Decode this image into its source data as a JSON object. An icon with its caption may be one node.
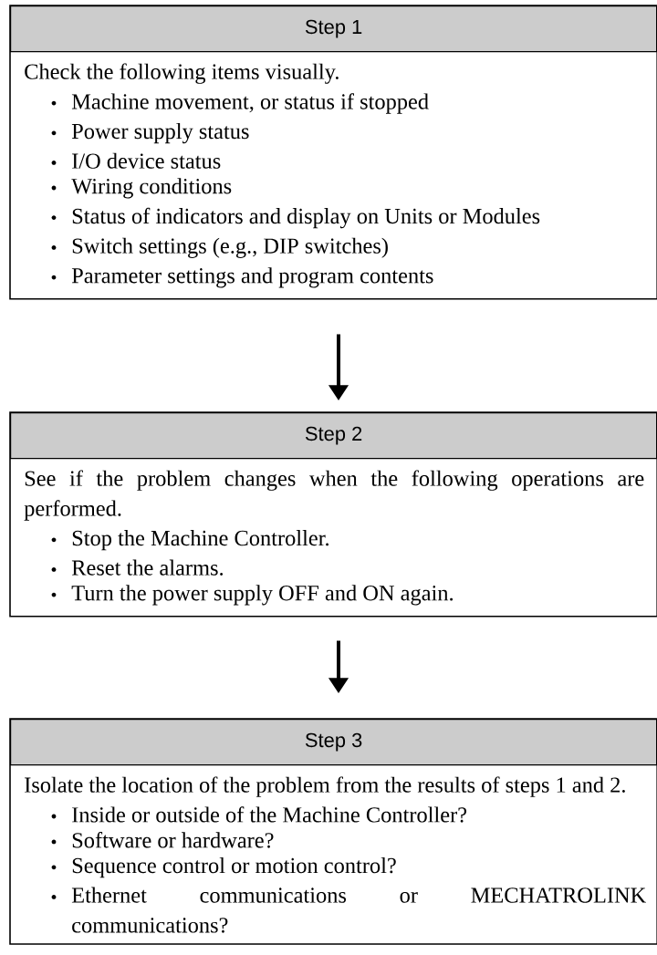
{
  "diagram": {
    "nodes": [
      {
        "text": [
          "Step 1",
          "Check the following items visually.",
          "Machine movement, or status if stopped",
          "Power supply status",
          "I/O device status",
          "Wiring conditions",
          "Status of indicators and display on Units or Modules",
          "Switch settings (e.g., DIP switches)",
          "Parameter settings and program contents"
        ]
      },
      {
        "text": [
          "Step 2",
          "See if the problem changes when the following operations are performed.",
          "Stop the Machine Controller.",
          "Reset the alarms.",
          "Turn the power supply OFF and ON again."
        ]
      },
      {
        "text": [
          "Step 3",
          "Isolate the location of the problem from the results of steps 1 and 2.",
          "Inside or outside of the Machine Controller?",
          "Software or hardware?",
          "Sequence control or motion control?",
          "Ethernet communications or MECHATROLINK communications?"
        ]
      }
    ],
    "edges": [
      {
        "from": 0,
        "to": 1,
        "arrow": "to"
      },
      {
        "from": 1,
        "to": 2,
        "arrow": "to"
      }
    ]
  }
}
